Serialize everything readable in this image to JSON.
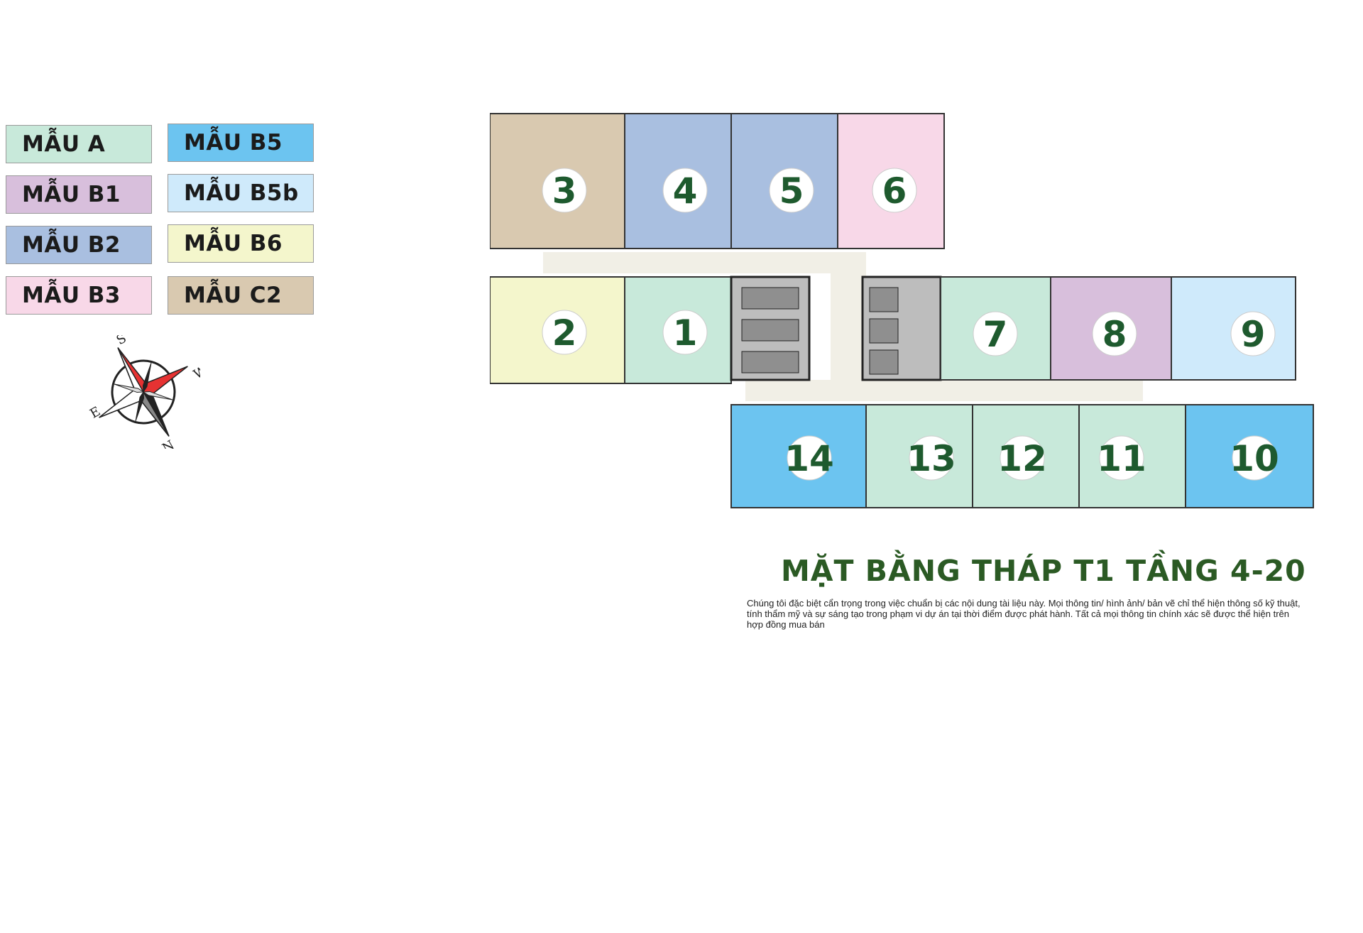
{
  "legend": [
    {
      "label": "MẪU A",
      "color": "#c8e9da"
    },
    {
      "label": "MẪU B1",
      "color": "#d8bfdc"
    },
    {
      "label": "MẪU B2",
      "color": "#a9bfe0"
    },
    {
      "label": "MẪU B3",
      "color": "#f8d8e8"
    },
    {
      "label": "MẪU B5",
      "color": "#6cc4f0"
    },
    {
      "label": "MẪU B5b",
      "color": "#cfeafb"
    },
    {
      "label": "MẪU B6",
      "color": "#f4f6cc"
    },
    {
      "label": "MẪU C2",
      "color": "#d9c9b0"
    }
  ],
  "compass": {
    "labels": [
      "E",
      "S",
      "N",
      "W"
    ],
    "icon": "compass-rose-icon"
  },
  "units": [
    "1",
    "2",
    "3",
    "4",
    "5",
    "6",
    "7",
    "8",
    "9",
    "10",
    "11",
    "12",
    "13",
    "14"
  ],
  "title": "MẶT BẰNG THÁP T1 TẦNG 4-20",
  "disclaimer": "Chúng tôi đặc biệt cẩn trọng trong việc chuẩn bị các nội dung tài liệu này. Mọi thông tin/ hình ảnh/ bản vẽ chỉ thể hiện thông số kỹ thuật, tính thẩm mỹ và sự sáng tạo trong phạm vi dự án tại thời điểm được phát hành. Tất cả mọi thông tin chính xác sẽ được thể hiện trên hợp đồng mua bán"
}
